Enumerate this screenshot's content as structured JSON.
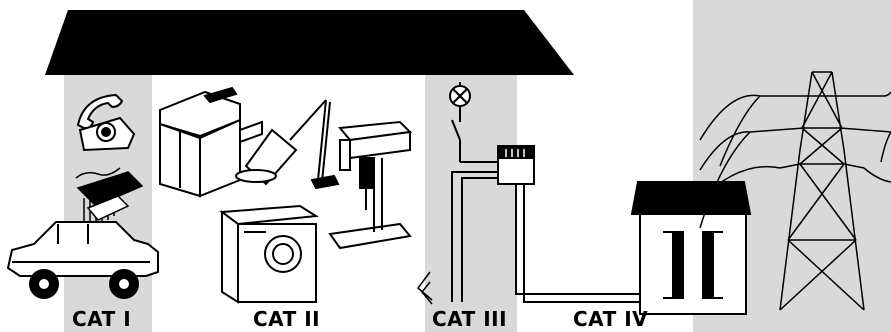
{
  "labels": {
    "cat1": "CAT I",
    "cat2": "CAT II",
    "cat3": "CAT III",
    "cat4": "CAT IV"
  },
  "colors": {
    "zone_shading": "#d9d9d9",
    "roof": "#000000",
    "line": "#000000",
    "background": "#ffffff"
  },
  "icons": [
    "telephone-icon",
    "circuit-board-icon",
    "car-icon",
    "photocopier-icon",
    "desk-lamp-icon",
    "drill-press-icon",
    "washing-machine-icon",
    "light-bulb-icon",
    "switch-icon",
    "distribution-panel-icon",
    "outlet-icon",
    "transformer-house-icon",
    "transmission-tower-icon"
  ]
}
